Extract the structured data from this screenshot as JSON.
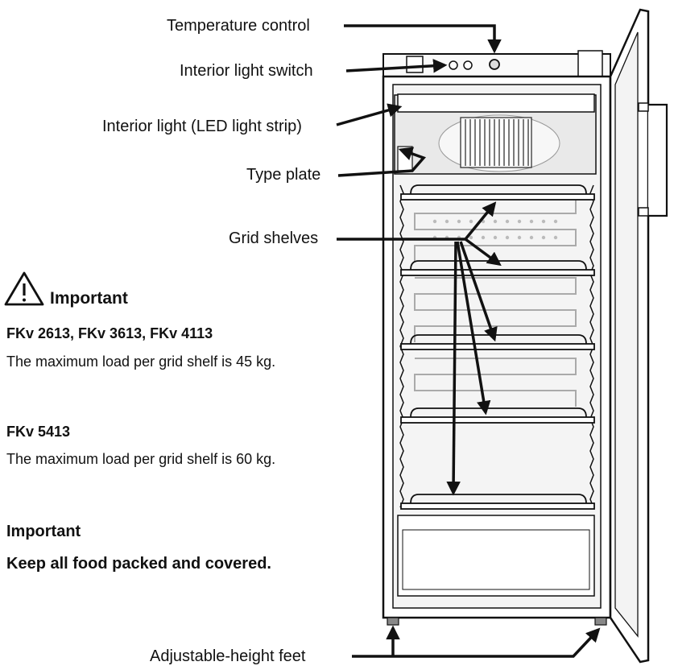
{
  "callouts": {
    "temperature_control": "Temperature control",
    "interior_light_switch": "Interior light switch",
    "interior_light": "Interior light (LED light strip)",
    "type_plate": "Type plate",
    "grid_shelves": "Grid shelves",
    "adjustable_feet": "Adjustable-height feet"
  },
  "notes": {
    "warning_heading": "Important",
    "group1_models": "FKv 2613, FKv 3613, FKv 4113",
    "group1_text": "The maximum load per grid shelf is 45 kg.",
    "group2_models": "FKv 5413",
    "group2_text": "The maximum load per grid shelf is 60 kg.",
    "important_heading": "Important",
    "important_text": "Keep all food packed and covered."
  },
  "icons": [
    "warning-triangle-icon"
  ],
  "colors": {
    "ink": "#111111",
    "interior": "#f4f4f4",
    "panel": "#e6e6e6"
  }
}
